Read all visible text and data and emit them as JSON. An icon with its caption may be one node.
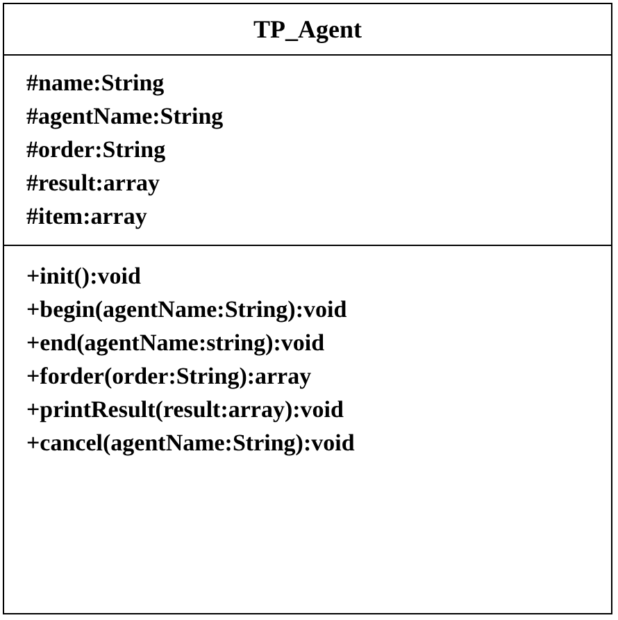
{
  "diagram": {
    "nodes": [
      {
        "text": [
          "TP_Agent"
        ]
      },
      {
        "text": [
          "#name:String",
          "#agentName:String",
          "#order:String",
          "#result:array",
          "#item:array"
        ],
        "in": 0
      },
      {
        "text": [
          "+init():void",
          "+begin(agentName:String):void",
          "+end(agentName:string):void",
          "+forder(order:String):array",
          "+printResult(result:array):void",
          "+cancel(agentName:String):void"
        ],
        "in": 0
      }
    ]
  }
}
